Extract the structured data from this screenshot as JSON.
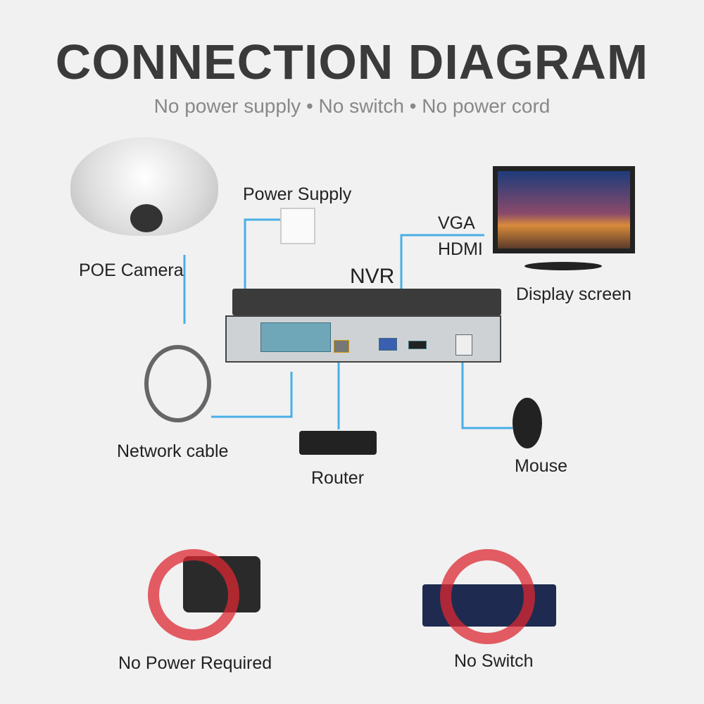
{
  "title": "CONNECTION DIAGRAM",
  "subtitle": "No power supply  • No switch  • No power cord",
  "labels": {
    "power_supply": "Power Supply",
    "poe_camera": "POE Camera",
    "nvr": "NVR",
    "vga": "VGA",
    "hdmi": "HDMI",
    "display": "Display screen",
    "network_cable": "Network cable",
    "router": "Router",
    "mouse": "Mouse",
    "no_power": "No Power Required",
    "no_switch": "No  Switch"
  },
  "colors": {
    "line": "#4aaee6",
    "prohibit": "#dc2832"
  }
}
